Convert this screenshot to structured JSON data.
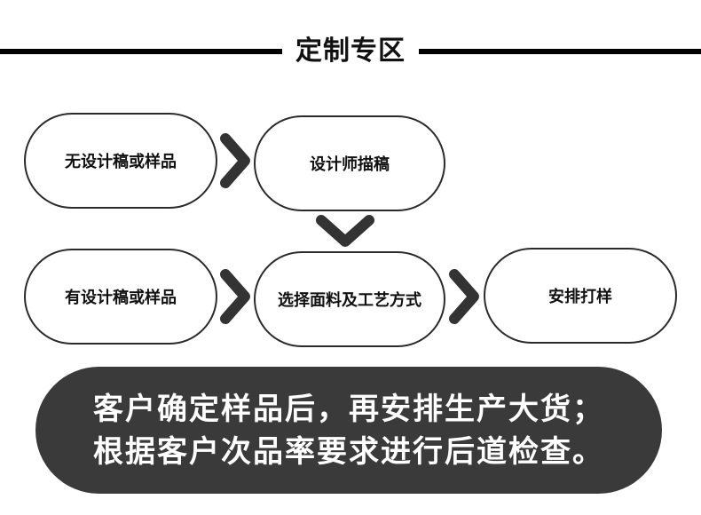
{
  "header": {
    "title": "定制专区"
  },
  "flow": {
    "no_design": "无设计稿或样品",
    "designer_draft": "设计师描稿",
    "has_design": "有设计稿或样品",
    "choose_material": "选择面料及工艺方式",
    "arrange_sample": "安排打样"
  },
  "summary": {
    "line1": "客户确定样品后，再安排生产大货；",
    "line2": "根据客户次品率要求进行后道检查。"
  },
  "colors": {
    "line": "#000000",
    "node_border": "#2a2a2a",
    "arrow": "#333333",
    "summary_bg": "#3a3a3a",
    "summary_text": "#ffffff"
  }
}
